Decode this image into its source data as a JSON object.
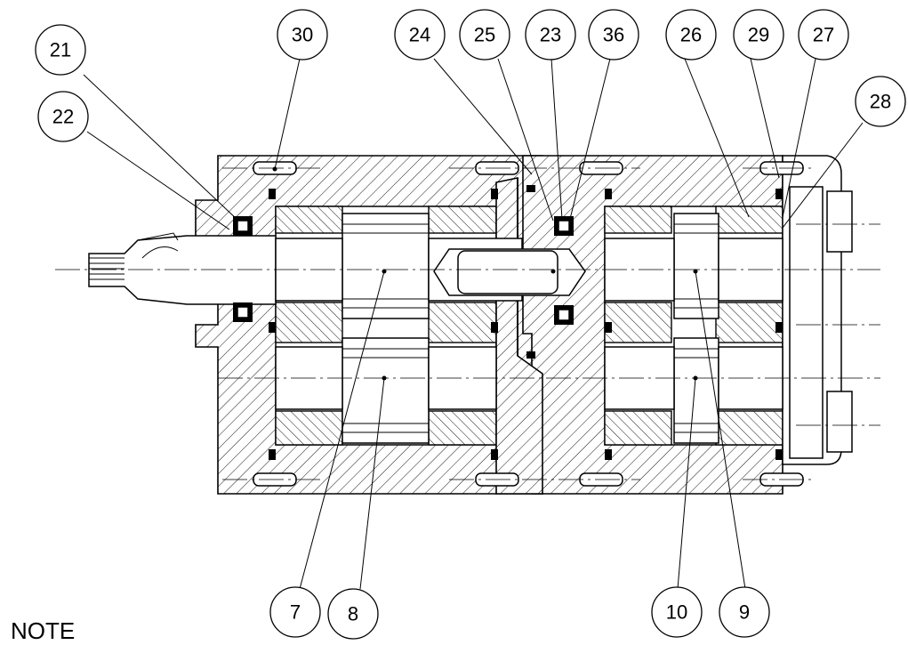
{
  "note_label": "NOTE",
  "balloons": [
    {
      "id": "b21",
      "label": "21"
    },
    {
      "id": "b22",
      "label": "22"
    },
    {
      "id": "b30",
      "label": "30"
    },
    {
      "id": "b24",
      "label": "24"
    },
    {
      "id": "b25",
      "label": "25"
    },
    {
      "id": "b23",
      "label": "23"
    },
    {
      "id": "b36",
      "label": "36"
    },
    {
      "id": "b26",
      "label": "26"
    },
    {
      "id": "b29",
      "label": "29"
    },
    {
      "id": "b27",
      "label": "27"
    },
    {
      "id": "b28",
      "label": "28"
    },
    {
      "id": "b7",
      "label": "7"
    },
    {
      "id": "b8",
      "label": "8"
    },
    {
      "id": "b10",
      "label": "10"
    },
    {
      "id": "b9",
      "label": "9"
    }
  ]
}
